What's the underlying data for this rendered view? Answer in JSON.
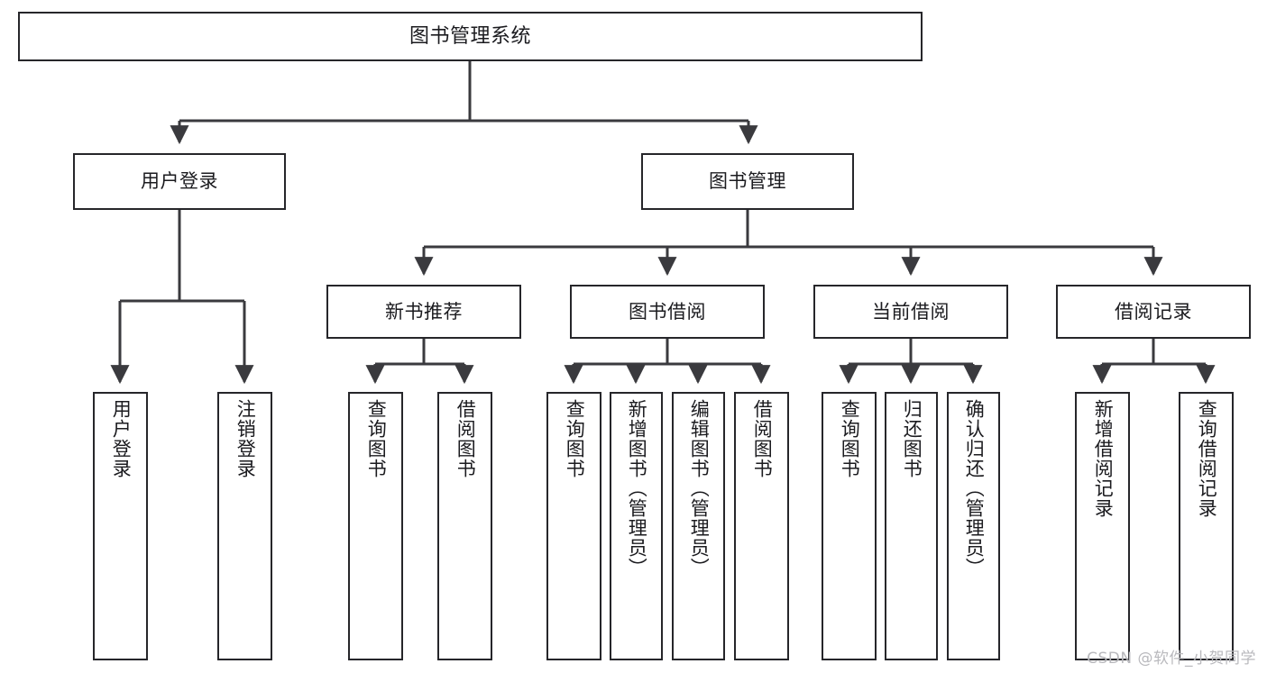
{
  "diagram": {
    "title": "图书管理系统",
    "type": "tree",
    "colors": {
      "box_border": "#26262a",
      "box_fill": "#ffffff",
      "edge": "#3a3a3e",
      "text": "#1b1b1f",
      "watermark": "#b9b9bd"
    },
    "nodes": {
      "root": {
        "label": "图书管理系统",
        "orientation": "horizontal"
      },
      "tier2": [
        {
          "id": "user-login",
          "label": "用户登录",
          "orientation": "horizontal"
        },
        {
          "id": "book-management",
          "label": "图书管理",
          "orientation": "horizontal"
        }
      ],
      "tier3": [
        {
          "id": "new-book-recommend",
          "label": "新书推荐",
          "orientation": "horizontal"
        },
        {
          "id": "book-borrow",
          "label": "图书借阅",
          "orientation": "horizontal"
        },
        {
          "id": "current-borrow",
          "label": "当前借阅",
          "orientation": "horizontal"
        },
        {
          "id": "borrow-record",
          "label": "借阅记录",
          "orientation": "horizontal"
        }
      ],
      "tier4": [
        {
          "id": "leaf-user-login",
          "label": "用户登录",
          "parent": "user-login",
          "orientation": "vertical"
        },
        {
          "id": "leaf-logout",
          "label": "注销登录",
          "parent": "user-login",
          "orientation": "vertical"
        },
        {
          "id": "leaf-query-book-1",
          "label": "查询图书",
          "parent": "new-book-recommend",
          "orientation": "vertical"
        },
        {
          "id": "leaf-borrow-book-1",
          "label": "借阅图书",
          "parent": "new-book-recommend",
          "orientation": "vertical"
        },
        {
          "id": "leaf-query-book-2",
          "label": "查询图书",
          "parent": "book-borrow",
          "orientation": "vertical"
        },
        {
          "id": "leaf-add-book",
          "label": "新增图书（管理员）",
          "parent": "book-borrow",
          "orientation": "vertical"
        },
        {
          "id": "leaf-edit-book",
          "label": "编辑图书（管理员）",
          "parent": "book-borrow",
          "orientation": "vertical"
        },
        {
          "id": "leaf-borrow-book-2",
          "label": "借阅图书",
          "parent": "book-borrow",
          "orientation": "vertical"
        },
        {
          "id": "leaf-query-book-3",
          "label": "查询图书",
          "parent": "current-borrow",
          "orientation": "vertical"
        },
        {
          "id": "leaf-return-book",
          "label": "归还图书",
          "parent": "current-borrow",
          "orientation": "vertical"
        },
        {
          "id": "leaf-confirm-return",
          "label": "确认归还（管理员）",
          "parent": "current-borrow",
          "orientation": "vertical"
        },
        {
          "id": "leaf-add-record",
          "label": "新增借阅记录",
          "parent": "borrow-record",
          "orientation": "vertical"
        },
        {
          "id": "leaf-query-record",
          "label": "查询借阅记录",
          "parent": "borrow-record",
          "orientation": "vertical"
        }
      ]
    },
    "watermark": "CSDN @软件_小贺同学"
  }
}
